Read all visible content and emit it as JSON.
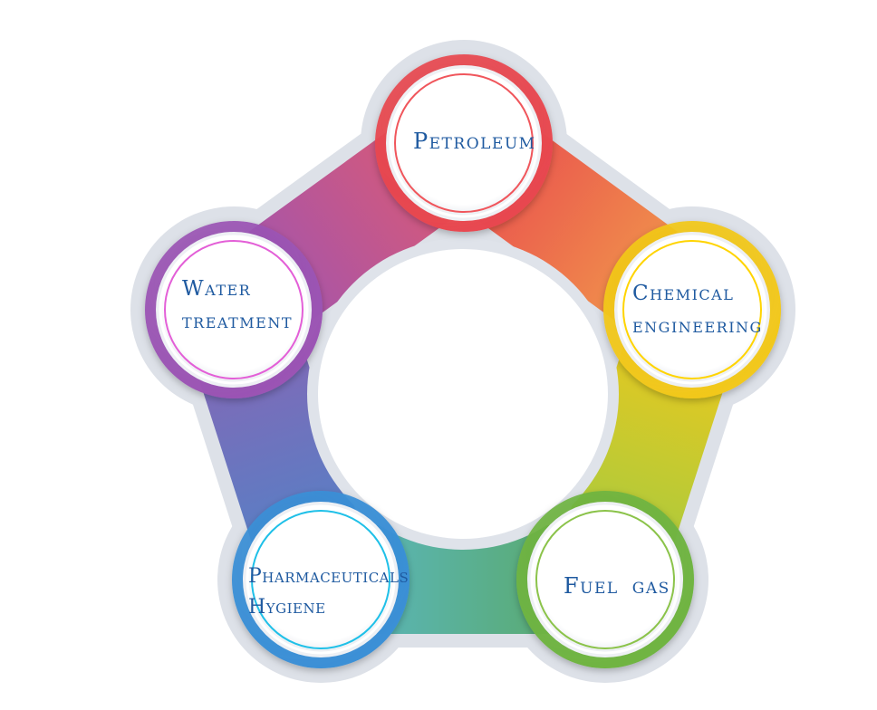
{
  "diagram": {
    "nodes": [
      {
        "id": "petroleum",
        "lines": [
          "Petroleum"
        ],
        "ring_color": "#e8474f",
        "accent": "#f0565c"
      },
      {
        "id": "chemical",
        "lines": [
          "Chemical",
          "engineering"
        ],
        "ring_color": "#f2c81a",
        "accent": "#ffd400"
      },
      {
        "id": "fuel",
        "lines": [
          "Fuel gas"
        ],
        "ring_color": "#6fb441",
        "accent": "#8bc34a"
      },
      {
        "id": "pharma",
        "lines": [
          "Pharmaceuticals",
          "Hygiene"
        ],
        "ring_color": "#3a8fd6",
        "accent": "#1fc0e8"
      },
      {
        "id": "water",
        "lines": [
          "Water",
          "treatment"
        ],
        "ring_color": "#9b54b4",
        "accent": "#e35fd7"
      }
    ],
    "links": [
      {
        "from": "petroleum",
        "to": "chemical",
        "colors": [
          "#e8474f",
          "#f2a04a"
        ]
      },
      {
        "from": "chemical",
        "to": "fuel",
        "colors": [
          "#f2c81a",
          "#9fcb43"
        ]
      },
      {
        "from": "fuel",
        "to": "pharma",
        "colors": [
          "#5aa860",
          "#5ab8c8"
        ]
      },
      {
        "from": "pharma",
        "to": "water",
        "colors": [
          "#4f84c8",
          "#8a64b4"
        ]
      },
      {
        "from": "water",
        "to": "petroleum",
        "colors": [
          "#9b54b4",
          "#e05a70"
        ]
      }
    ]
  }
}
